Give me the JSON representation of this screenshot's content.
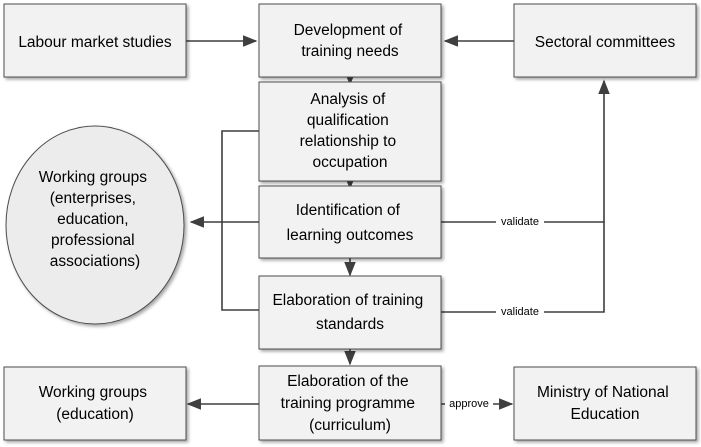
{
  "diagram": {
    "nodes": {
      "labour_market": {
        "lines": [
          "Labour market studies"
        ]
      },
      "development": {
        "lines": [
          "Development of",
          "training needs"
        ]
      },
      "sectoral": {
        "lines": [
          "Sectoral committees"
        ]
      },
      "analysis": {
        "lines": [
          "Analysis of",
          "qualification",
          "relationship to",
          "occupation"
        ]
      },
      "working_groups_ellipse": {
        "lines": [
          "Working groups",
          "(enterprises,",
          "education,",
          "professional",
          "associations)"
        ]
      },
      "identification": {
        "lines": [
          "Identification of",
          "learning outcomes"
        ]
      },
      "elaboration_standards": {
        "lines": [
          "Elaboration of training",
          "standards"
        ]
      },
      "working_groups_edu": {
        "lines": [
          "Working groups",
          "(education)"
        ]
      },
      "elaboration_programme": {
        "lines": [
          "Elaboration of the",
          "training programme",
          "(curriculum)"
        ]
      },
      "ministry": {
        "lines": [
          "Ministry of National",
          "Education"
        ]
      }
    },
    "edge_labels": {
      "validate_1": "validate",
      "validate_2": "validate",
      "approve": "approve"
    },
    "colors": {
      "box_fill": "#f2f2f2",
      "box_stroke": "#4d4d4d",
      "ellipse_fill": "#ececec",
      "line": "#3f3f3f"
    }
  }
}
